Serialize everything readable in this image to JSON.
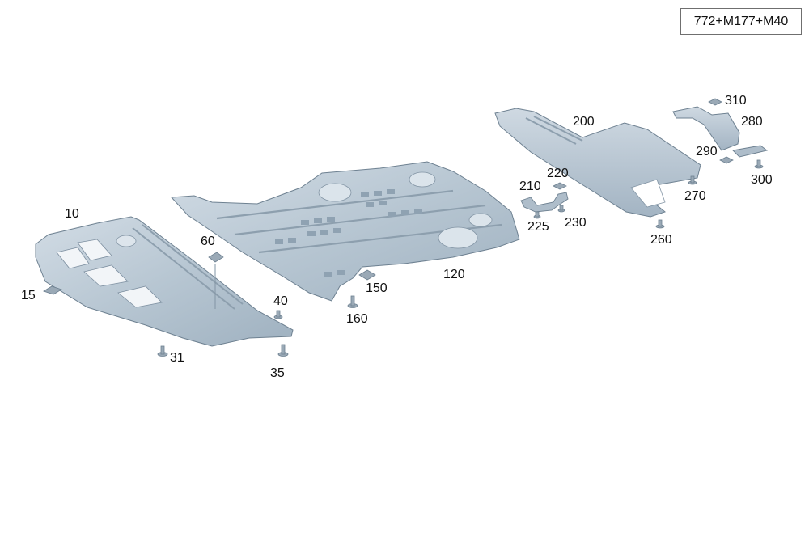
{
  "variant_code": "772+M177+M40",
  "callouts": [
    "10",
    "15",
    "31",
    "35",
    "40",
    "60",
    "120",
    "150",
    "160",
    "200",
    "210",
    "220",
    "225",
    "230",
    "260",
    "270",
    "280",
    "290",
    "300",
    "310"
  ],
  "colors": {
    "panel_fill": "#b9c7d3",
    "panel_light": "#d5dee6",
    "panel_dark": "#8d9fae",
    "edge": "#6e8191",
    "fastener": "#9aa9b6",
    "text": "#111111"
  }
}
